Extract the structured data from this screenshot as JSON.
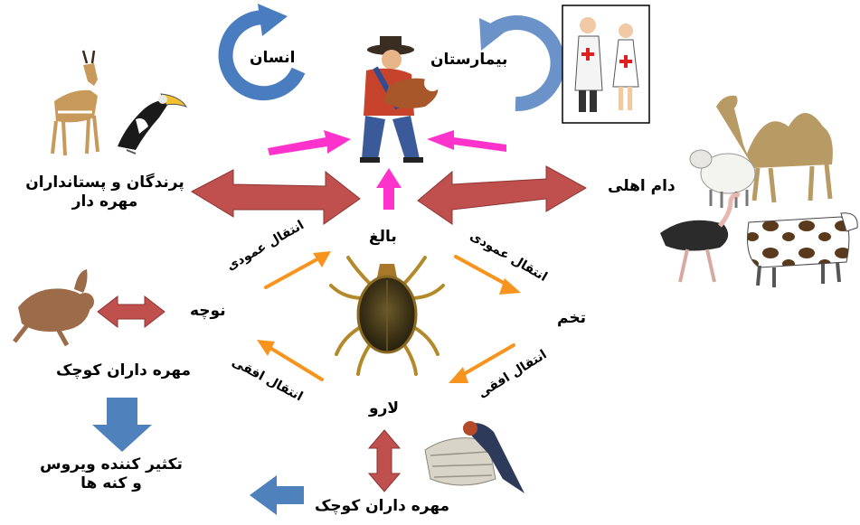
{
  "labels": {
    "human": "انسان",
    "hospital": "بیمارستان",
    "wild_vertebrates_line1": "پرندگان و پستانداران",
    "wild_vertebrates_line2": "مهره دار",
    "livestock": "دام اهلی",
    "adult": "بالغ",
    "vertical_transmission_left": "انتقال عمودی",
    "vertical_transmission_right": "انتقال عمودی",
    "nymph": "نوچه",
    "egg": "تخم",
    "horizontal_transmission_left": "انتقال افقی",
    "horizontal_transmission_right": "انتقال افقی",
    "larva": "لارو",
    "small_vertebrates_left": "مهره داران کوچک",
    "small_vertebrates_bottom": "مهره داران کوچک",
    "amplifier_line1": "تکثیر کننده ویروس",
    "amplifier_line2": "و کنه ها"
  },
  "colors": {
    "red_arrow": "#c0504d",
    "magenta_arrow": "#ff33cc",
    "orange_arrow": "#f7941d",
    "blue_arrow": "#4f81bd",
    "cycle_arrow": "#4a7dc0"
  },
  "icons": {
    "tick": "tick-icon",
    "farmer": "farmer-with-calf-icon",
    "doctors": "doctor-and-nurse-icon",
    "antelope": "antelope-icon",
    "hornbill": "hornbill-icon",
    "camel": "camel-icon",
    "sheep": "sheep-icon",
    "ostrich": "ostrich-icon",
    "cow": "cow-icon",
    "hare": "hare-icon",
    "swallow": "swallow-on-nest-icon"
  }
}
